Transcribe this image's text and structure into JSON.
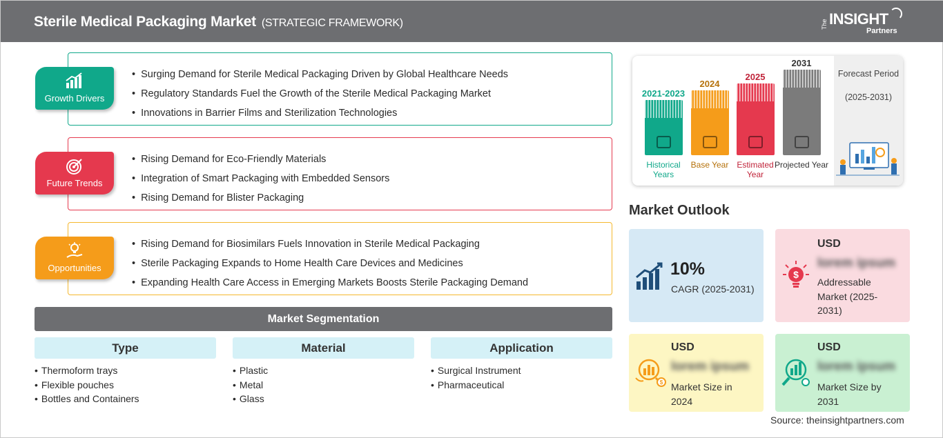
{
  "header": {
    "title": "Sterile Medical Packaging Market",
    "subtitle": "(STRATEGIC FRAMEWORK)",
    "logo": {
      "the": "The",
      "insight": "INSIGHT",
      "partners": "Partners"
    }
  },
  "framework": [
    {
      "label": "Growth Drivers",
      "color": "#10a88a",
      "icon": "growth-chart-icon",
      "items": [
        "Surging Demand for Sterile Medical Packaging Driven by Global Healthcare Needs",
        "Regulatory Standards Fuel the Growth of the Sterile Medical Packaging Market",
        "Innovations in Barrier Films and Sterilization Technologies"
      ]
    },
    {
      "label": "Future Trends",
      "color": "#e5394e",
      "icon": "target-icon",
      "items": [
        "Rising Demand for Eco-Friendly Materials",
        "Integration of Smart Packaging with Embedded Sensors",
        "Rising Demand for Blister Packaging"
      ]
    },
    {
      "label": "Opportunities",
      "color": "#f59c1a",
      "icon": "hand-lightbulb-icon",
      "items": [
        "Rising Demand for Biosimilars Fuels Innovation in Sterile Medical Packaging",
        "Sterile Packaging Expands to Home Health Care Devices and Medicines",
        "Expanding Health Care Access in Emerging Markets Boosts Sterile Packaging Demand"
      ]
    }
  ],
  "segmentation": {
    "title": "Market Segmentation",
    "columns": [
      {
        "title": "Type",
        "items": [
          "Thermoform trays",
          "Flexible pouches",
          "Bottles and Containers"
        ]
      },
      {
        "title": "Material",
        "items": [
          "Plastic",
          "Metal",
          "Glass"
        ]
      },
      {
        "title": "Application",
        "items": [
          "Surgical Instrument",
          "Pharmaceutical"
        ]
      }
    ]
  },
  "timeline": {
    "bars": [
      {
        "year": "2021-2023",
        "label": "Historical Years",
        "color": "#10a88a",
        "year_color": "#10a88a",
        "label_color": "#10a88a",
        "icon": "history-icon"
      },
      {
        "year": "2024",
        "label": "Base Year",
        "color": "#f59c1a",
        "year_color": "#b5710a",
        "label_color": "#b5710a",
        "icon": "calendar-icon"
      },
      {
        "year": "2025",
        "label": "Estimated Year",
        "color": "#e5394e",
        "year_color": "#c0243a",
        "label_color": "#c0243a",
        "icon": "estimate-icon"
      },
      {
        "year": "2031",
        "label": "Projected Year",
        "color": "#7b7b7b",
        "year_color": "#333333",
        "label_color": "#333333",
        "icon": "presentation-icon"
      }
    ],
    "forecast": {
      "title": "Forecast Period",
      "range": "(2025-2031)"
    }
  },
  "outlook": {
    "title": "Market Outlook",
    "cagr": {
      "value": "10%",
      "label": "CAGR (2025-2031)",
      "bg": "#d6e9f5",
      "icon": "bar-growth-icon"
    },
    "addressable": {
      "usd": "USD",
      "value": "lorem ipsum",
      "label": "Addressable Market (2025-2031)",
      "bg": "#fadbe0",
      "icon": "dollar-bulb-icon"
    },
    "size_2024": {
      "usd": "USD",
      "value": "lorem ipsum",
      "label": "Market Size in 2024",
      "bg": "#fdf6c3",
      "icon": "money-chart-icon"
    },
    "size_2031": {
      "usd": "USD",
      "value": "lorem ipsum",
      "label": "Market Size by 2031",
      "bg": "#c9f0d2",
      "icon": "growth-search-icon"
    }
  },
  "source": "Source: theinsightpartners.com"
}
